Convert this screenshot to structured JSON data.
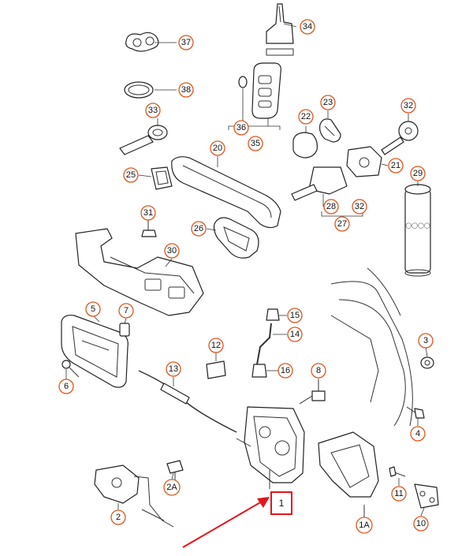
{
  "diagram": {
    "highlight_color": "#e4141b",
    "callout_color": "#e0551e",
    "highlighted_part": "1",
    "parts": [
      "34",
      "37",
      "38",
      "33",
      "36",
      "35",
      "22",
      "23",
      "32",
      "25",
      "20",
      "21",
      "29",
      "28",
      "32",
      "27",
      "31",
      "26",
      "30",
      "5",
      "7",
      "15",
      "14",
      "3",
      "12",
      "13",
      "6",
      "16",
      "8",
      "4",
      "1",
      "2A",
      "2",
      "11",
      "1A",
      "10"
    ]
  }
}
